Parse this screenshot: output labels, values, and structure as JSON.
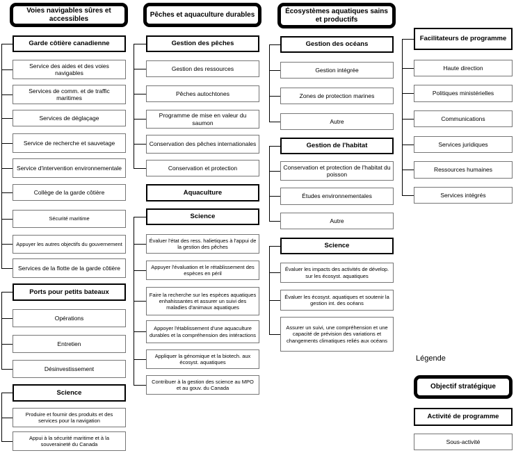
{
  "columns": [
    {
      "objective": "Voies navigables sûres et accessibles",
      "groups": [
        {
          "activity": "Garde côtière canadienne",
          "children": [
            "Service des aides et des voies navigables",
            "Services de comm. et de traffic maritimes",
            "Services de déglaçage",
            "Service de recherche et sauvetage",
            "Service d'intervention environnementale",
            "Collège de la garde côtière",
            "Sécurité maritime",
            "Appuyer les autres objectifs du gouvernement",
            "Services de la flotte de la garde côtière"
          ]
        },
        {
          "activity": "Ports pour petits bateaux",
          "children": [
            "Opérations",
            "Entretien",
            "Désinvestissement"
          ]
        },
        {
          "activity": "Science",
          "children": [
            "Produire et fournir des produits et des services pour la navigation",
            "Appui à la sécurité maritime et à la souveraineté du Canada"
          ]
        }
      ]
    },
    {
      "objective": "Pêches et aquaculture durables",
      "groups": [
        {
          "activity": "Gestion des pêches",
          "children": [
            "Gestion des ressources",
            "Pêches autochtones",
            "Programme de mise en valeur du saumon",
            "Conservation des pêches internationales",
            "Conservation et protection"
          ]
        },
        {
          "activity": "Aquaculture",
          "children": []
        },
        {
          "activity": "Science",
          "children": [
            "Évaluer l'état des ress. halietiques à l'appui de la gestion des pêches",
            "Appuyer l'évaluation et le rétablissement des espèces en péril",
            "Faire la recherche sur les espèces aquatiques enhahissantes et assurer un suivi des maladies d'animaux aquatiques",
            "Appoyer l'établissement d'une aquaculture durables et la compréhension des intéractions",
            "Appliquer la génomique et la biotech. aux écosyst. aquatiques",
            "Contribuer à la gestion des science au MPO et au gouv. du Canada"
          ]
        }
      ]
    },
    {
      "objective": "Écosystèmes aquatiques sains et productifs",
      "groups": [
        {
          "activity": "Gestion des océans",
          "children": [
            "Gestion intégrée",
            "Zones de protection marines",
            "Autre"
          ]
        },
        {
          "activity": "Gestion de l'habitat",
          "children": [
            "Conservation et protection de l'habitat du poisson",
            "Études environnementales",
            "Autre"
          ]
        },
        {
          "activity": "Science",
          "children": [
            "Évaluer les impacts des activités de dévelop. sur les écosyst. aquatiques",
            "Évaluer les écosyst. aquatiques et soutenir la gestion int. des océans",
            "Assurer un suivi, une compréhension et une capacité de prévision des variations et changements climatiques reliés aux océans"
          ]
        }
      ]
    },
    {
      "groups": [
        {
          "activity": "Facilitateurs de programme",
          "children": [
            "Haute direction",
            "Politiques ministérielles",
            "Communications",
            "Services juridiques",
            "Ressources humaines",
            "Services intégrés"
          ]
        }
      ]
    }
  ],
  "legend": {
    "title": "Légende",
    "items": [
      "Objectif stratégique",
      "Activité de programme",
      "Sous-activité"
    ]
  },
  "colors": {
    "background": "#ffffff",
    "strong_border": "#000000",
    "sub_border": "#757575",
    "line": "#000000",
    "text": "#000000"
  }
}
